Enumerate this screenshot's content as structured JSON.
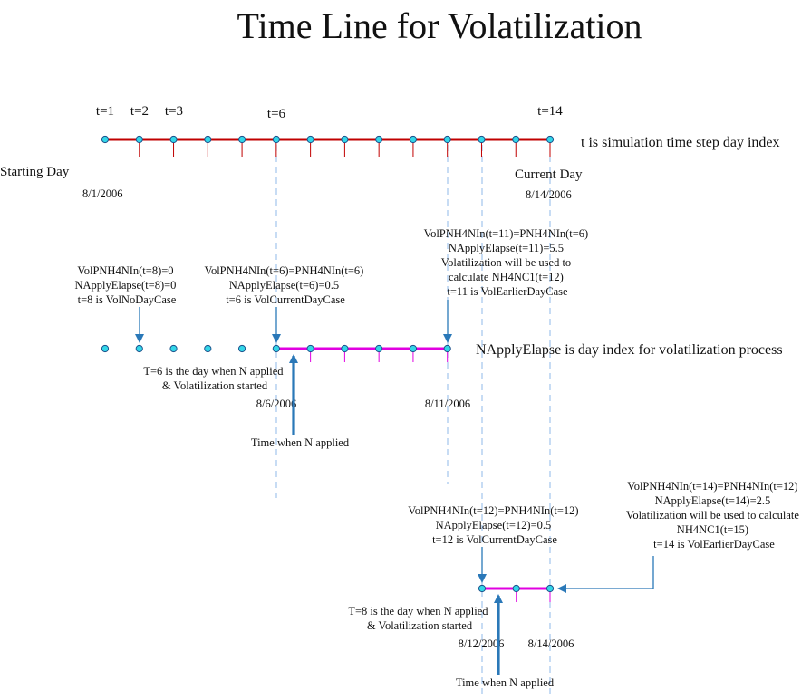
{
  "title": "Time Line for Volatilization",
  "colors": {
    "timeline": "#c00000",
    "napply": "#e000e0",
    "node_fill": "#33d6e8",
    "node_stroke": "#1a4f8a",
    "arrow": "#2a78b8",
    "dashed": "#8fb8e8",
    "tick": "#c00000"
  },
  "top_timeline": {
    "tick_labels": [
      "t=1",
      "t=2",
      "t=3",
      "t=6",
      "t=14"
    ],
    "description": "t is simulation time step day index",
    "start_label": "Starting Day",
    "start_date": "8/1/2006",
    "current_label": "Current Day",
    "current_date": "8/14/2006"
  },
  "middle": {
    "note_t8": [
      "VolPNH4NIn(t=8)=0",
      "NApplyElapse(t=8)=0",
      "t=8 is VolNoDayCase"
    ],
    "note_t6": [
      "VolPNH4NIn(t=6)=PNH4NIn(t=6)",
      "NApplyElapse(t=6)=0.5",
      "t=6 is VolCurrentDayCase"
    ],
    "note_t11": [
      "VolPNH4NIn(t=11)=PNH4NIn(t=6)",
      "NApplyElapse(t=11)=5.5",
      "Volatilization will be used to",
      "calculate NH4NC1(t=12)",
      "t=11 is VolEarlierDayCase"
    ],
    "description": "NApplyElapse is day index for volatilization process",
    "applied_note": [
      "T=6 is the day when N applied",
      "& Volatilization started"
    ],
    "date_left": "8/6/2006",
    "date_right": "8/11/2006",
    "time_applied": "Time when N applied"
  },
  "bottom": {
    "note_t12": [
      "VolPNH4NIn(t=12)=PNH4NIn(t=12)",
      "NApplyElapse(t=12)=0.5",
      "t=12 is VolCurrentDayCase"
    ],
    "note_t14": [
      "VolPNH4NIn(t=14)=PNH4NIn(t=12)",
      "NApplyElapse(t=14)=2.5",
      "Volatilization will be used to calculate",
      "NH4NC1(t=15)",
      "t=14 is VolEarlierDayCase"
    ],
    "applied_note": [
      "T=8 is the day when N applied",
      "& Volatilization started"
    ],
    "date_left": "8/12/2006",
    "date_right": "8/14/2006",
    "time_applied": "Time when N applied"
  }
}
